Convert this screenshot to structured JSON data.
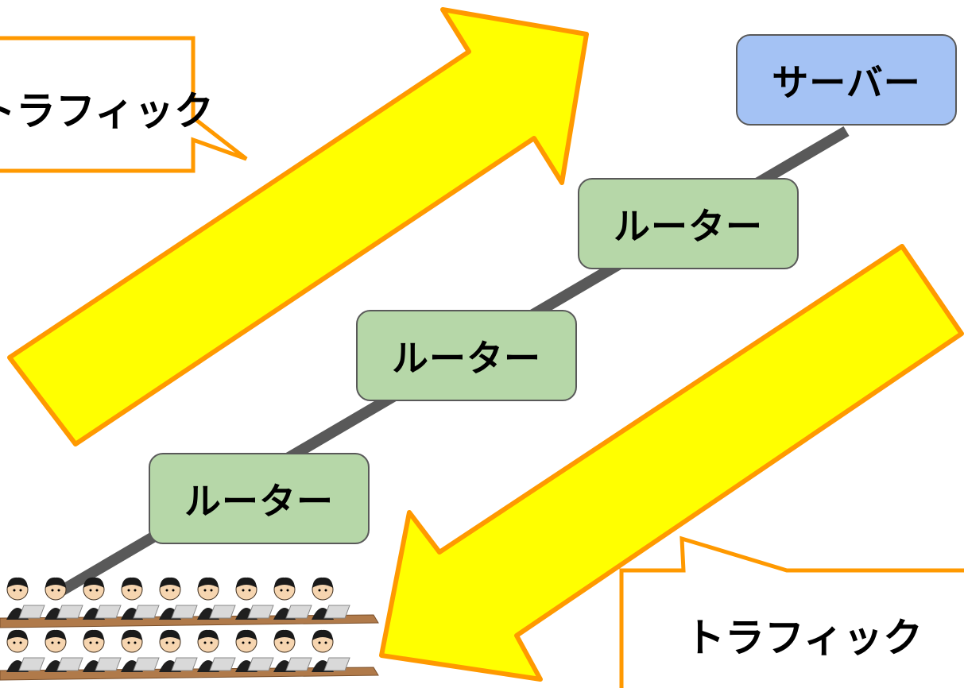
{
  "nodes": {
    "server": "サーバー",
    "routers": [
      "ルーター",
      "ルーター",
      "ルーター"
    ]
  },
  "callouts": {
    "top": "トラフィック",
    "bottom": "トラフィック"
  },
  "crowd": {
    "rows": 2,
    "per_row": 9
  },
  "colors": {
    "arrow_fill": "#ffff00",
    "arrow_stroke": "#ff9900",
    "router_fill": "#b6d7a8",
    "server_fill": "#a4c2f4",
    "link": "#595959"
  },
  "icons": [
    "person-with-laptop-icon"
  ]
}
